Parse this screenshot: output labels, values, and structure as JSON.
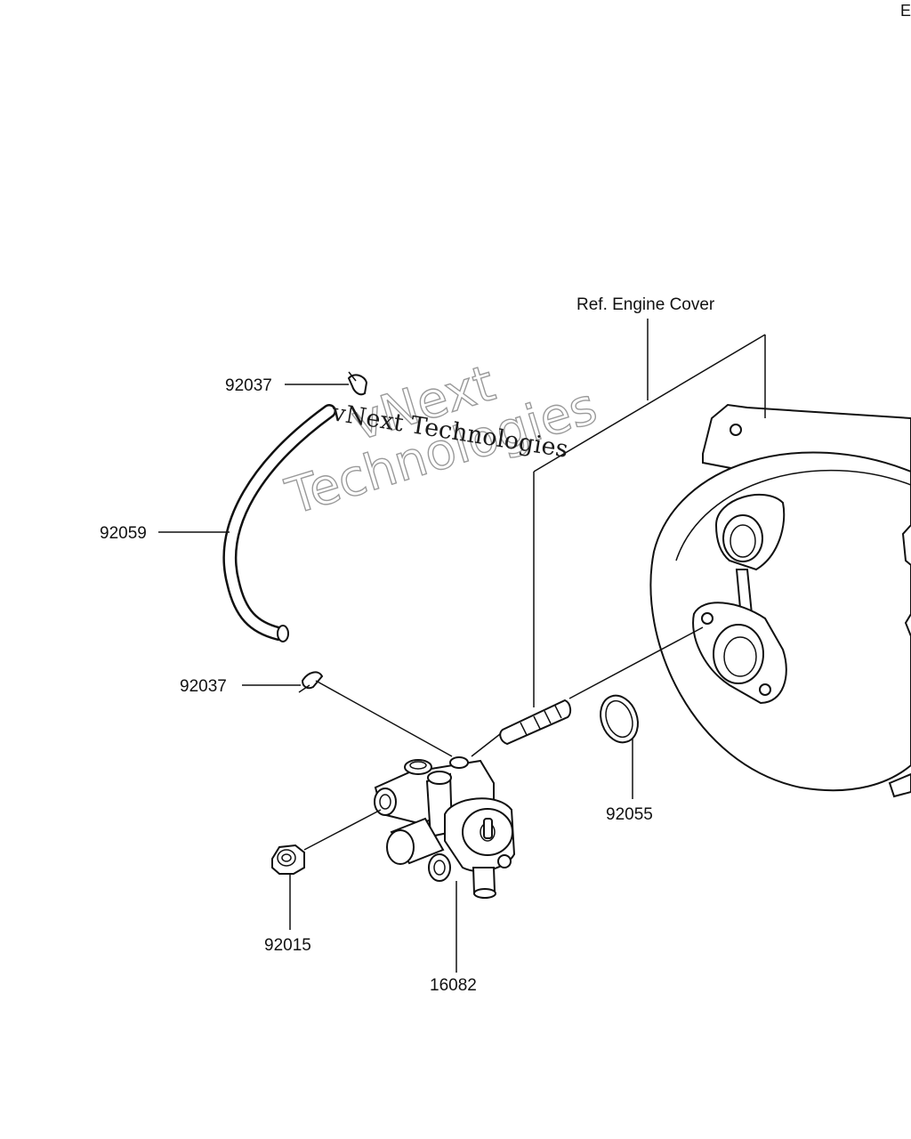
{
  "corner_mark": "E",
  "reference": {
    "label": "Ref. Engine Cover"
  },
  "parts": {
    "clamp_top": "92037",
    "hose": "92059",
    "clamp_bottom": "92037",
    "nut": "92015",
    "pump": "16082",
    "o_ring": "92055"
  },
  "watermark": {
    "line1": "vNext",
    "line2": "Technologies",
    "serif": "vNext Technologies"
  }
}
